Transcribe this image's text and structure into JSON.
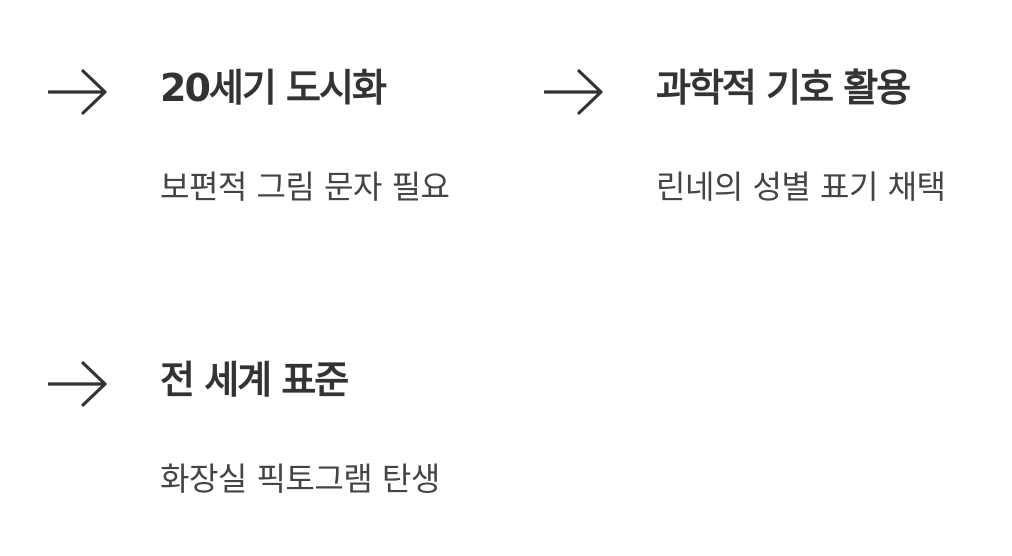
{
  "items": [
    {
      "title": "20세기 도시화",
      "description": "보편적 그림 문자 필요"
    },
    {
      "title": "과학적 기호 활용",
      "description": "린네의 성별 표기 채택"
    },
    {
      "title": "전 세계 표준",
      "description": "화장실 픽토그램 탄생"
    }
  ],
  "icons": {
    "arrow": "arrow-right-icon"
  },
  "colors": {
    "text": "#333333",
    "description": "#444444",
    "arrow": "#333333",
    "background": "#ffffff"
  }
}
